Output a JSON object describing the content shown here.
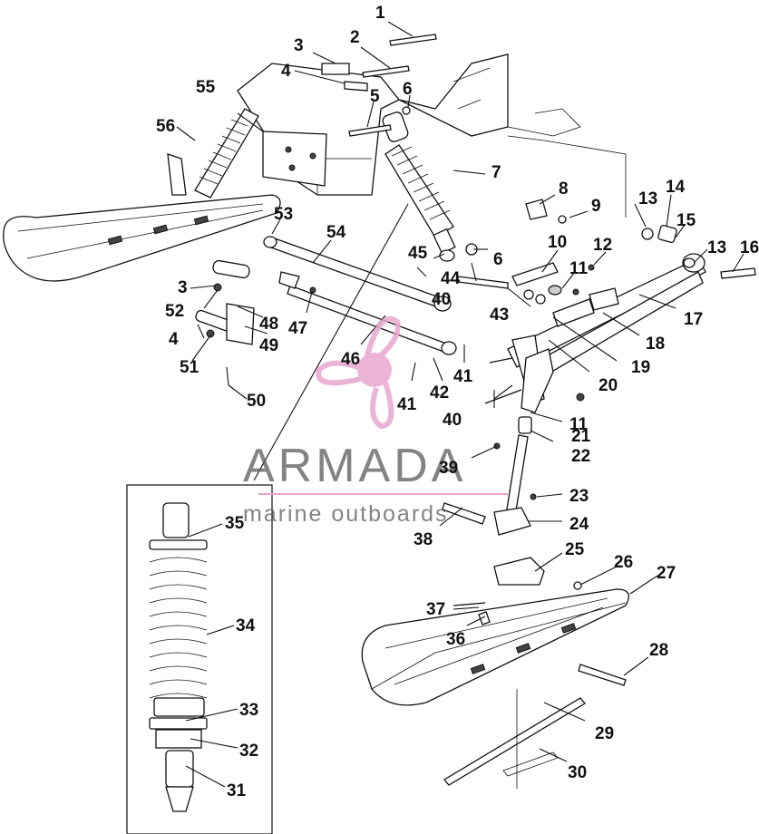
{
  "watermark": {
    "brand": "ARMADA",
    "tagline": "marine outboards",
    "accent_color": "#e8a6cf"
  },
  "callouts": [
    "1",
    "2",
    "3",
    "4",
    "5",
    "6",
    "7",
    "8",
    "9",
    "10",
    "11",
    "12",
    "13",
    "14",
    "15",
    "16",
    "17",
    "18",
    "19",
    "20",
    "21",
    "22",
    "23",
    "24",
    "25",
    "26",
    "27",
    "28",
    "29",
    "30",
    "31",
    "32",
    "33",
    "34",
    "35",
    "36",
    "37",
    "38",
    "39",
    "40",
    "41",
    "42",
    "43",
    "44",
    "45",
    "46",
    "47",
    "48",
    "49",
    "50",
    "51",
    "52",
    "53",
    "54",
    "55",
    "56"
  ],
  "callouts_repeat": {
    "3b": "3",
    "4b": "4",
    "6b": "6",
    "11b": "11",
    "13b": "13",
    "40b": "40",
    "41b": "41"
  }
}
